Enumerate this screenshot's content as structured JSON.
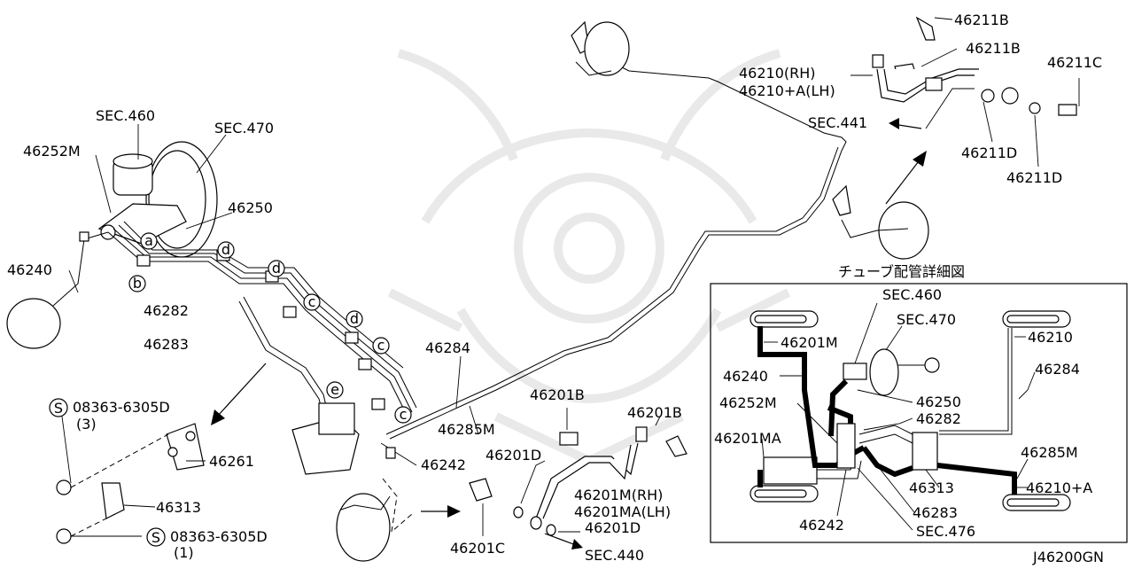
{
  "labels": {
    "sec460": "SEC.460",
    "sec470": "SEC.470",
    "p46252m": "46252M",
    "p46250": "46250",
    "p46240": "46240",
    "p46282": "46282",
    "p46283": "46283",
    "p46284": "46284",
    "p46285m": "46285M",
    "p46242": "46242",
    "p46261": "46261",
    "p46313": "46313",
    "bolt_top": "08363-6305D",
    "bolt_top_qty": "(3)",
    "bolt_bottom": "08363-6305D",
    "bolt_bottom_qty": "(1)",
    "p46201b_left": "46201B",
    "p46201b_right": "46201B",
    "p46201d_top": "46201D",
    "p46201d_bottom": "46201D",
    "p46201c": "46201C",
    "p46201m_rh": "46201M(RH)",
    "p46201ma_lh": "46201MA(LH)",
    "sec440": "SEC.440",
    "p46211b_1": "46211B",
    "p46211b_2": "46211B",
    "p46211c": "46211C",
    "p46210_rh": "46210(RH)",
    "p46210a_lh": "46210+A(LH)",
    "sec441": "SEC.441",
    "p46211d_1": "46211D",
    "p46211d_2": "46211D",
    "circle_s": "S",
    "letters": {
      "a": "a",
      "b": "b",
      "c": "c",
      "d": "d",
      "e": "e"
    }
  },
  "inset": {
    "title": "チューブ配管詳細図",
    "sec460": "SEC.460",
    "sec470": "SEC.470",
    "p46201m": "46201M",
    "p46240": "46240",
    "p46250": "46250",
    "p46252m": "46252M",
    "p46282": "46282",
    "p46201ma": "46201MA",
    "p46313": "46313",
    "p46283": "46283",
    "p46242": "46242",
    "sec476": "SEC.476",
    "p46210": "46210",
    "p46284": "46284",
    "p46285m": "46285M",
    "p46210a": "46210+A"
  },
  "code": "J46200GN"
}
